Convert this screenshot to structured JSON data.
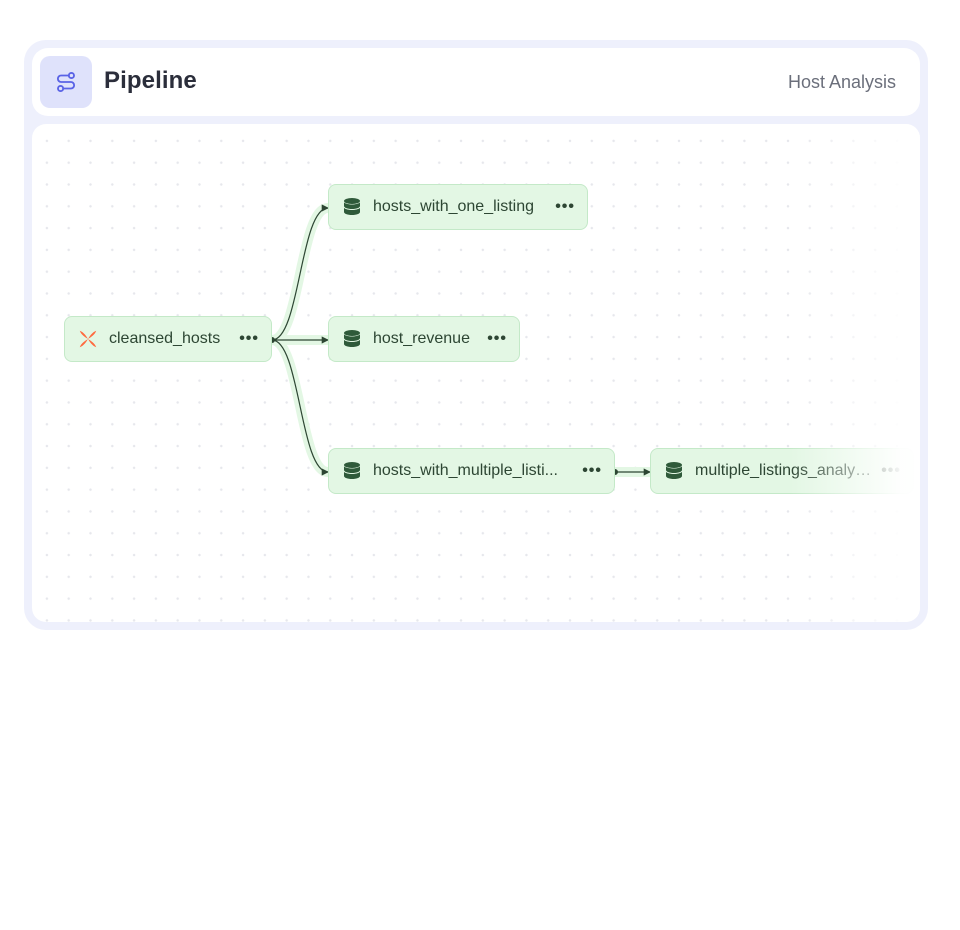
{
  "header": {
    "title": "Pipeline",
    "subtitle": "Host Analysis",
    "icon": "pipeline-icon"
  },
  "nodes": [
    {
      "id": "cleansed_hosts",
      "label": "cleansed_hosts",
      "icon": "dbt-icon",
      "menu": "•••"
    },
    {
      "id": "hosts_with_one_listing",
      "label": "hosts_with_one_listing",
      "icon": "database-icon",
      "menu": "•••"
    },
    {
      "id": "host_revenue",
      "label": "host_revenue",
      "icon": "database-icon",
      "menu": "•••"
    },
    {
      "id": "hosts_with_multiple_listings",
      "label": "hosts_with_multiple_listi...",
      "icon": "database-icon",
      "menu": "•••"
    },
    {
      "id": "multiple_listings_analysis",
      "label": "multiple_listings_analysis",
      "icon": "database-icon",
      "menu": "•••"
    }
  ],
  "edges": [
    {
      "from": "cleansed_hosts",
      "to": "hosts_with_one_listing"
    },
    {
      "from": "cleansed_hosts",
      "to": "host_revenue"
    },
    {
      "from": "cleansed_hosts",
      "to": "hosts_with_multiple_listings"
    },
    {
      "from": "hosts_with_multiple_listings",
      "to": "multiple_listings_analysis"
    }
  ],
  "colors": {
    "node_fill": "#e3f7e4",
    "node_border": "#c4e9c8",
    "edge": "#2d4633",
    "dbt_accent": "#fe6a3f",
    "header_icon_bg": "#dfe2fb",
    "header_icon": "#5a63e6"
  }
}
